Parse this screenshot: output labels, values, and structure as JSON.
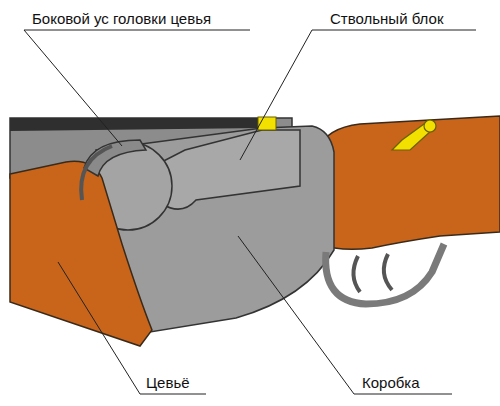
{
  "diagram": {
    "labels": [
      "Боковой ус головки цевья",
      "Ствольный блок",
      "Цевьё",
      "Коробка"
    ]
  }
}
